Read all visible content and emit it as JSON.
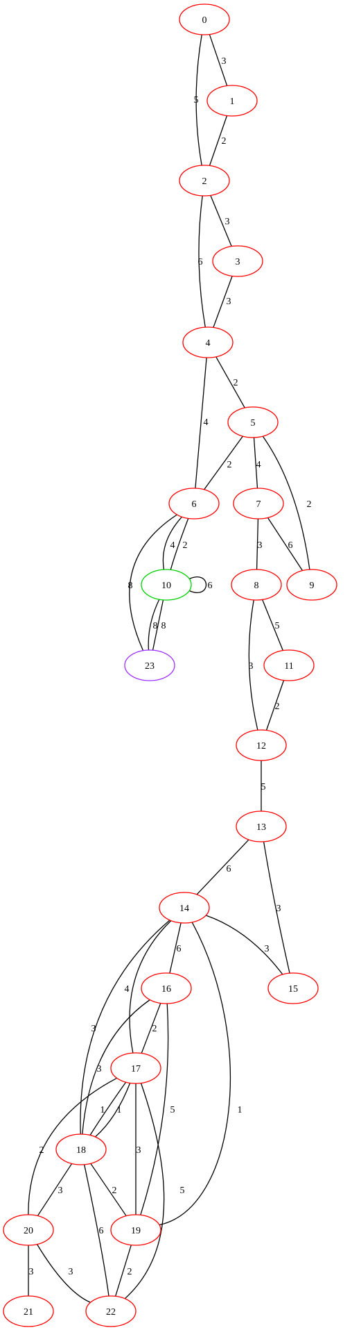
{
  "colors": {
    "default_node": "#ff0000",
    "start_node": "#00d000",
    "end_node": "#9b30ff",
    "edge": "#000000"
  },
  "nodes": [
    {
      "id": "0"
    },
    {
      "id": "1"
    },
    {
      "id": "2"
    },
    {
      "id": "3"
    },
    {
      "id": "4"
    },
    {
      "id": "5"
    },
    {
      "id": "6"
    },
    {
      "id": "7"
    },
    {
      "id": "8"
    },
    {
      "id": "9"
    },
    {
      "id": "10",
      "color": "start_node"
    },
    {
      "id": "11"
    },
    {
      "id": "12"
    },
    {
      "id": "13"
    },
    {
      "id": "14"
    },
    {
      "id": "15"
    },
    {
      "id": "16"
    },
    {
      "id": "17"
    },
    {
      "id": "18"
    },
    {
      "id": "19"
    },
    {
      "id": "20"
    },
    {
      "id": "21"
    },
    {
      "id": "22"
    },
    {
      "id": "23",
      "color": "end_node"
    }
  ],
  "edges": [
    {
      "id": "0-1",
      "from": "0",
      "to": "1",
      "weight": "3"
    },
    {
      "id": "0-2",
      "from": "0",
      "to": "2",
      "weight": "5"
    },
    {
      "id": "1-2",
      "from": "1",
      "to": "2",
      "weight": "2"
    },
    {
      "id": "2-3",
      "from": "2",
      "to": "3",
      "weight": "3"
    },
    {
      "id": "2-4",
      "from": "2",
      "to": "4",
      "weight": "6"
    },
    {
      "id": "3-4",
      "from": "3",
      "to": "4",
      "weight": "3"
    },
    {
      "id": "4-5",
      "from": "4",
      "to": "5",
      "weight": "2"
    },
    {
      "id": "4-6",
      "from": "4",
      "to": "6",
      "weight": "4"
    },
    {
      "id": "5-6",
      "from": "5",
      "to": "6",
      "weight": "2"
    },
    {
      "id": "5-7",
      "from": "5",
      "to": "7",
      "weight": "4"
    },
    {
      "id": "5-9",
      "from": "5",
      "to": "9",
      "weight": "2"
    },
    {
      "id": "6-10a",
      "from": "6",
      "to": "10",
      "weight": "4"
    },
    {
      "id": "6-10b",
      "from": "6",
      "to": "10",
      "weight": "2"
    },
    {
      "id": "6-23",
      "from": "6",
      "to": "23",
      "weight": "8"
    },
    {
      "id": "10-10",
      "from": "10",
      "to": "10",
      "weight": "6"
    },
    {
      "id": "10-23a",
      "from": "10",
      "to": "23",
      "weight": "8"
    },
    {
      "id": "10-23b",
      "from": "10",
      "to": "23",
      "weight": "8"
    },
    {
      "id": "7-8",
      "from": "7",
      "to": "8",
      "weight": "3"
    },
    {
      "id": "7-9",
      "from": "7",
      "to": "9",
      "weight": "6"
    },
    {
      "id": "8-11",
      "from": "8",
      "to": "11",
      "weight": "5"
    },
    {
      "id": "8-12",
      "from": "8",
      "to": "12",
      "weight": "3"
    },
    {
      "id": "11-12",
      "from": "11",
      "to": "12",
      "weight": "2"
    },
    {
      "id": "12-13",
      "from": "12",
      "to": "13",
      "weight": "5"
    },
    {
      "id": "13-14",
      "from": "13",
      "to": "14",
      "weight": "6"
    },
    {
      "id": "13-15",
      "from": "13",
      "to": "15",
      "weight": "3"
    },
    {
      "id": "14-15",
      "from": "14",
      "to": "15",
      "weight": "3"
    },
    {
      "id": "14-16",
      "from": "14",
      "to": "16",
      "weight": "6"
    },
    {
      "id": "14-17",
      "from": "14",
      "to": "17",
      "weight": "4"
    },
    {
      "id": "14-18",
      "from": "14",
      "to": "18",
      "weight": "3"
    },
    {
      "id": "14-19",
      "from": "14",
      "to": "19",
      "weight": "1"
    },
    {
      "id": "16-17",
      "from": "16",
      "to": "17",
      "weight": "2"
    },
    {
      "id": "16-18",
      "from": "16",
      "to": "18",
      "weight": "3"
    },
    {
      "id": "16-19",
      "from": "16",
      "to": "19",
      "weight": "5"
    },
    {
      "id": "17-18a",
      "from": "17",
      "to": "18",
      "weight": "1"
    },
    {
      "id": "17-18b",
      "from": "17",
      "to": "18",
      "weight": "1"
    },
    {
      "id": "17-19",
      "from": "17",
      "to": "19",
      "weight": "3"
    },
    {
      "id": "17-20",
      "from": "17",
      "to": "20",
      "weight": "2"
    },
    {
      "id": "17-22",
      "from": "17",
      "to": "22",
      "weight": "5"
    },
    {
      "id": "18-19",
      "from": "18",
      "to": "19",
      "weight": "2"
    },
    {
      "id": "18-20",
      "from": "18",
      "to": "20",
      "weight": "3"
    },
    {
      "id": "18-22",
      "from": "18",
      "to": "22",
      "weight": "6"
    },
    {
      "id": "19-22",
      "from": "19",
      "to": "22",
      "weight": "2"
    },
    {
      "id": "20-21",
      "from": "20",
      "to": "21",
      "weight": "3"
    },
    {
      "id": "20-22",
      "from": "20",
      "to": "22",
      "weight": "3"
    }
  ]
}
